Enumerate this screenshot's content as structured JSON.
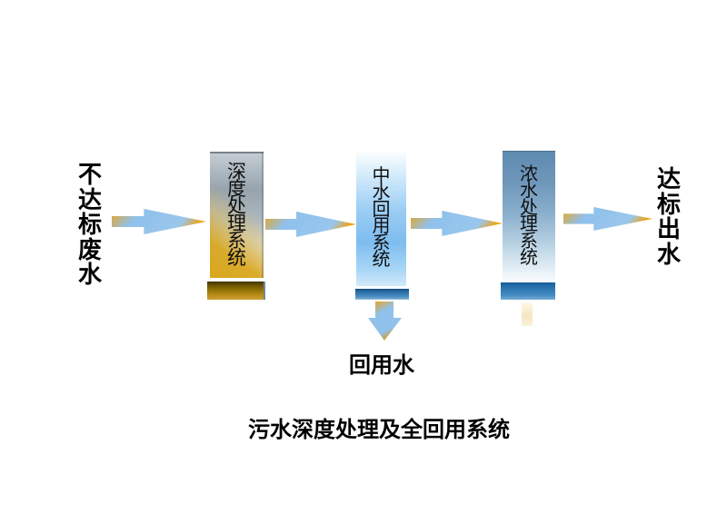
{
  "diagram": {
    "title": "污水深度处理及全回用系统",
    "input_label": "不达标废水",
    "output_label": "达标出水",
    "reuse_label": "回用水",
    "boxes": [
      {
        "label": "深度处理系统"
      },
      {
        "label": "中水回用系统"
      },
      {
        "label": "浓水处理系统"
      }
    ],
    "colors": {
      "background": "#FFFFFF",
      "text": "#000000",
      "arrow_gold": "#F0A313",
      "arrow_blue": "#8FC1EC",
      "box1_gold": "#D9A61C",
      "box1_silver": "#98A3AC",
      "box2_blue": "#7EBDF0",
      "box3_blue": "#5E8AB0",
      "bar1_brown": "#97760A",
      "bar2_blue": "#2E73AA",
      "bar3_blue": "#2D77B1"
    }
  }
}
